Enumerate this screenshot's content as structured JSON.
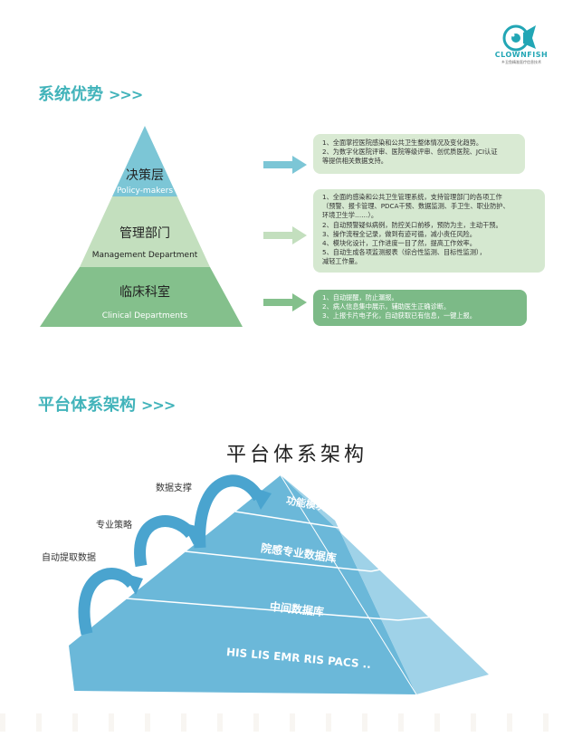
{
  "logo": {
    "name": "CLOWNFISH",
    "tagline": "乡丑鱼精准医疗信息技术",
    "accent": "#22a6b5"
  },
  "section1": {
    "heading": "系统优势",
    "arrows": ">>>",
    "pyramid": [
      {
        "title": "决策层",
        "subtitle": "Policy-makers",
        "color": "#7cc6d6"
      },
      {
        "title": "管理部门",
        "subtitle": "Management Department",
        "color": "#c3dfbe"
      },
      {
        "title": "临床科室",
        "subtitle": "Clinical Departments",
        "color": "#84c08c"
      }
    ],
    "boxes": [
      {
        "lines": [
          "1、全面掌控医院感染和公共卫生整体情况及变化趋势。",
          "2、为数字化医院评审、医院等级评审、创优质医院、JCI认证",
          "等提供相关数据支持。"
        ]
      },
      {
        "lines": [
          "1、全面的感染和公共卫生管理系统，支持管理部门的各项工作",
          "（预警、报卡管理、PDCA干预、数据监测、手卫生、职业防护、",
          "环境卫生学……）。",
          "2、自动预警疑似病例，防控关口前移，预防为主，主动干预。",
          "3、操作流程全记录，做到有迹可循，减小责任风险。",
          "4、模块化设计，工作进度一目了然，提高工作效率。",
          "5、自动生成各项监测报表（综合性监测、目标性监测），",
          "减轻工作量。"
        ]
      },
      {
        "lines": [
          "1、自动提醒，防止漏报。",
          "2、病人信息集中展示，辅助医生正确诊断。",
          "3、上报卡片电子化，自动获取已有信息，一键上报。"
        ]
      }
    ]
  },
  "section2": {
    "heading": "平台体系架构",
    "arrows": ">>>",
    "diagram_title": "平台体系架构",
    "layers": [
      "功能模块",
      "院感专业数据库",
      "中间数据库",
      "HIS LIS EMR RIS PACS .."
    ],
    "arrow_labels": [
      "数据支撑",
      "专业策略",
      "自动提取数据"
    ],
    "color": "#6bb8d9"
  }
}
